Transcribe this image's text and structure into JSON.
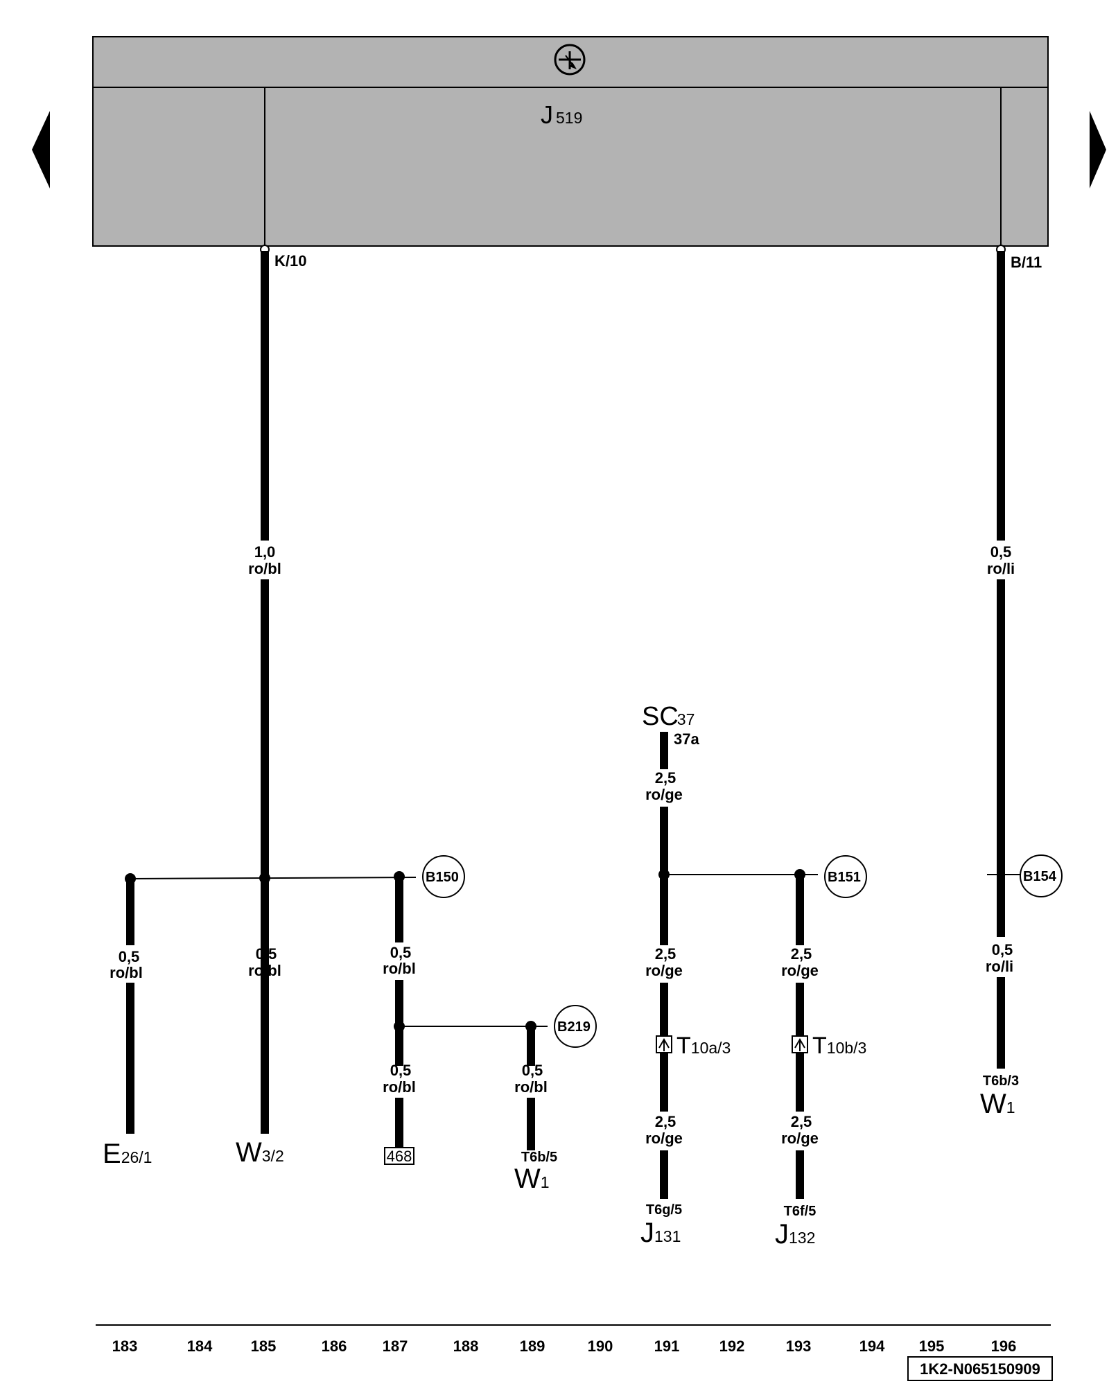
{
  "module": {
    "name_main": "J",
    "name_sub": "519",
    "pins": [
      "K/10",
      "B/11"
    ]
  },
  "wires": {
    "w185_main": [
      "1,0",
      "ro/bl"
    ],
    "w196_main": [
      "0,5",
      "ro/li"
    ],
    "w183": [
      "0,5",
      "ro/bl"
    ],
    "w185": [
      "0,5",
      "ro/bl"
    ],
    "w187a": [
      "0,5",
      "ro/bl"
    ],
    "w187b": [
      "0,5",
      "ro/bl"
    ],
    "w189": [
      "0,5",
      "ro/bl"
    ],
    "w191a": [
      "2,5",
      "ro/ge"
    ],
    "w191b": [
      "2,5",
      "ro/ge"
    ],
    "w191c": [
      "2,5",
      "ro/ge"
    ],
    "w193a": [
      "2,5",
      "ro/ge"
    ],
    "w193b": [
      "2,5",
      "ro/ge"
    ],
    "w196": [
      "0,5",
      "ro/li"
    ]
  },
  "splices": [
    "B150",
    "B151",
    "B154",
    "B219"
  ],
  "fuse": {
    "name": "SC",
    "num": "37",
    "pin": "37a"
  },
  "connectors": [
    {
      "main": "T",
      "sub": "10a/3"
    },
    {
      "main": "T",
      "sub": "10b/3"
    }
  ],
  "terminals": {
    "e26": {
      "main": "E",
      "sub": "26/1"
    },
    "w3": {
      "main": "W",
      "sub": "3/2"
    },
    "ref": "468",
    "w1a": {
      "pin": "T6b/5",
      "main": "W",
      "sub": "1"
    },
    "j131": {
      "pin": "T6g/5",
      "main": "J",
      "sub": "131"
    },
    "j132": {
      "pin": "T6f/5",
      "main": "J",
      "sub": "132"
    },
    "w1b": {
      "pin": "T6b/3",
      "main": "W",
      "sub": "1"
    }
  },
  "columns": [
    "183",
    "184",
    "185",
    "186",
    "187",
    "188",
    "189",
    "190",
    "191",
    "192",
    "193",
    "194",
    "195",
    "196"
  ],
  "doc_code": "1K2-N065150909"
}
